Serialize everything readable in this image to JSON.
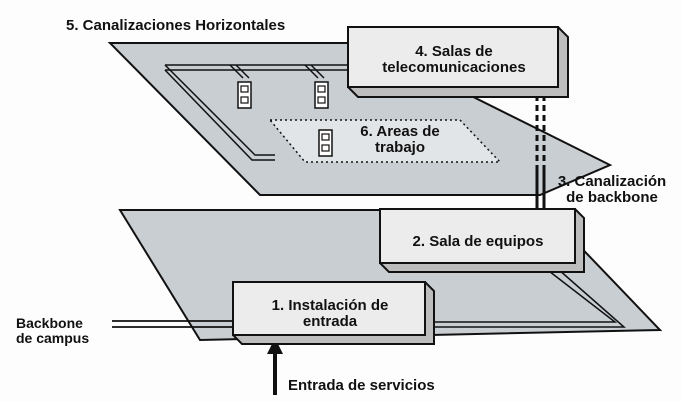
{
  "labels": {
    "horizontal": "5. Canalizaciones Horizontales",
    "telecom_1": "4. Salas de",
    "telecom_2": "telecomunicaciones",
    "work_1": "6. Areas de",
    "work_2": "trabajo",
    "backbone_1": "3. Canalización",
    "backbone_2": "de backbone",
    "equipment": "2. Sala de equipos",
    "entrance_1": "1. Instalación de",
    "entrance_2": "entrada",
    "campus_1": "Backbone",
    "campus_2": "de campus",
    "services": "Entrada de servicios"
  },
  "colors": {
    "floor_fill": "#c9ced3",
    "box_fill": "#ececec",
    "box_shade": "#bdbdbd",
    "line": "#111111"
  }
}
